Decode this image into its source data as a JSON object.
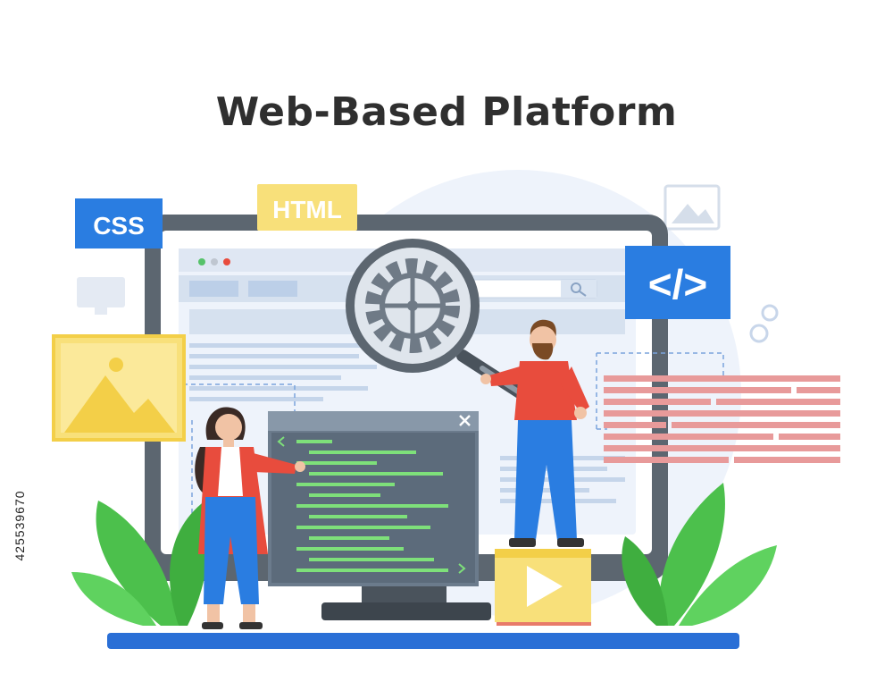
{
  "title": "Web-Based Platform",
  "tags": {
    "css": "CSS",
    "html": "HTML",
    "code": "</>"
  },
  "stock_id": "425539670",
  "colors": {
    "title": "#2f2f2f",
    "monitor_frame": "#5c6670",
    "screen_bg": "#eef3fb",
    "accent_blue": "#2a7de1",
    "accent_yellow": "#f8e07a",
    "accent_red": "#e84c3d",
    "editor_bg": "#6b7b8c",
    "code_green": "#7ee07a",
    "leaf_green": "#4cc04c",
    "floor_blue": "#2a6fd6"
  },
  "icons": [
    "css-tag-icon",
    "html-tag-icon",
    "code-brackets-icon",
    "image-icon",
    "gear-magnifier-icon",
    "search-icon",
    "close-icon",
    "play-icon",
    "mini-gear-icon",
    "mini-monitor-icon",
    "leaf-icon"
  ]
}
